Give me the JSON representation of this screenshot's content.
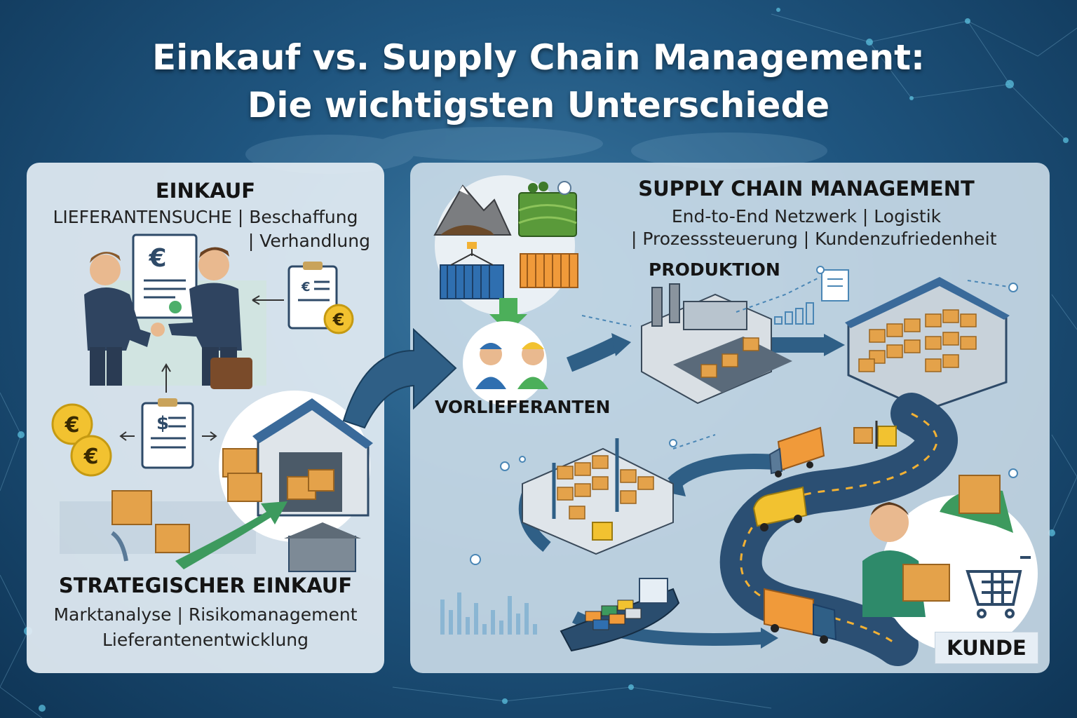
{
  "title": {
    "line1": "Einkauf vs. Supply Chain Management:",
    "line2": "Die wichtigsten Unterschiede"
  },
  "einkauf": {
    "heading": "EINKAUF",
    "line1": "LIEFERANTENSUCHE | Beschaffung",
    "line2": "| Verhandlung"
  },
  "strategic": {
    "heading": "STRATEGISCHER EINKAUF",
    "line1": "Marktanalyse | Risikomanagement",
    "line2": "Lieferantenentwicklung"
  },
  "scm": {
    "heading": "SUPPLY CHAIN MANAGEMENT",
    "line1": "End-to-End Netzwerk | Logistik",
    "line2": "| Prozesssteuerung | Kundenzufriedenheit"
  },
  "stages": {
    "produktion": "PRODUKTION",
    "vorlieferanten": "VORLIEFERANTEN",
    "kunde": "KUNDE"
  },
  "symbols": {
    "euro": "€",
    "dollar": "$"
  },
  "colors": {
    "background": "#1f557f",
    "road": "#2b4f73",
    "road_marking": "#f2b134",
    "box": "#e4a24a",
    "truck_orange": "#f09a3a",
    "ship_hull": "#2a4d6e",
    "arrow_green": "#3d9a5e",
    "arrow_blue": "#2f5f86",
    "suit": "#2f4460",
    "euro_coin": "#f2c230"
  }
}
